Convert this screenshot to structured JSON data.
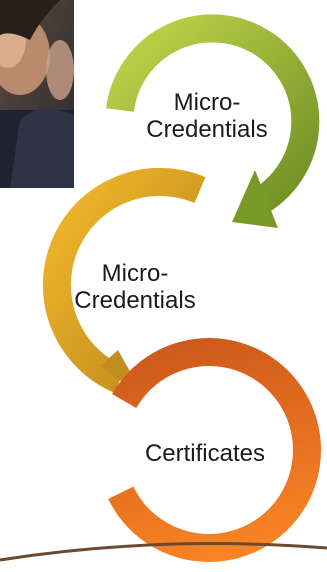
{
  "cycle": {
    "steps": [
      {
        "lines": [
          "Micro-",
          "Credentials"
        ],
        "color": "#9bbf2a"
      },
      {
        "lines": [
          "Micro-",
          "Credentials"
        ],
        "color": "#e0a21e"
      },
      {
        "lines": [
          "Certificates"
        ],
        "color": "#f0701a"
      }
    ]
  },
  "photo": {
    "subject": "person-photo"
  }
}
